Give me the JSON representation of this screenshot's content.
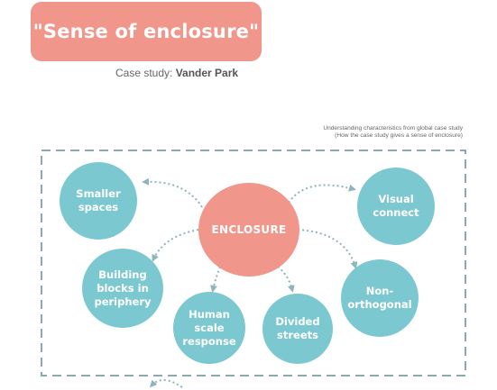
{
  "title": "\"Sense of enclosure\"",
  "subtitle": {
    "prefix": "Case study: ",
    "name": "Vander Park"
  },
  "note": {
    "line1": "Understanding characteristics from global case study",
    "line2": "(How the case study gives a sense of enclosure)"
  },
  "diagram": {
    "center": "ENCLOSURE",
    "nodes": [
      {
        "id": "smaller",
        "label": "Smaller\nspaces"
      },
      {
        "id": "building",
        "label": "Building\nblocks in\nperiphery"
      },
      {
        "id": "human",
        "label": "Human\nscale\nresponse"
      },
      {
        "id": "divided",
        "label": "Divided\nstreets"
      },
      {
        "id": "ortho",
        "label": "Non-\northogonal"
      },
      {
        "id": "visual",
        "label": "Visual\nconnect"
      }
    ]
  },
  "colors": {
    "accent": "#f0968a",
    "node": "#7cc8d0",
    "line": "#8fb4bd",
    "frame": "#8aa9b1"
  }
}
